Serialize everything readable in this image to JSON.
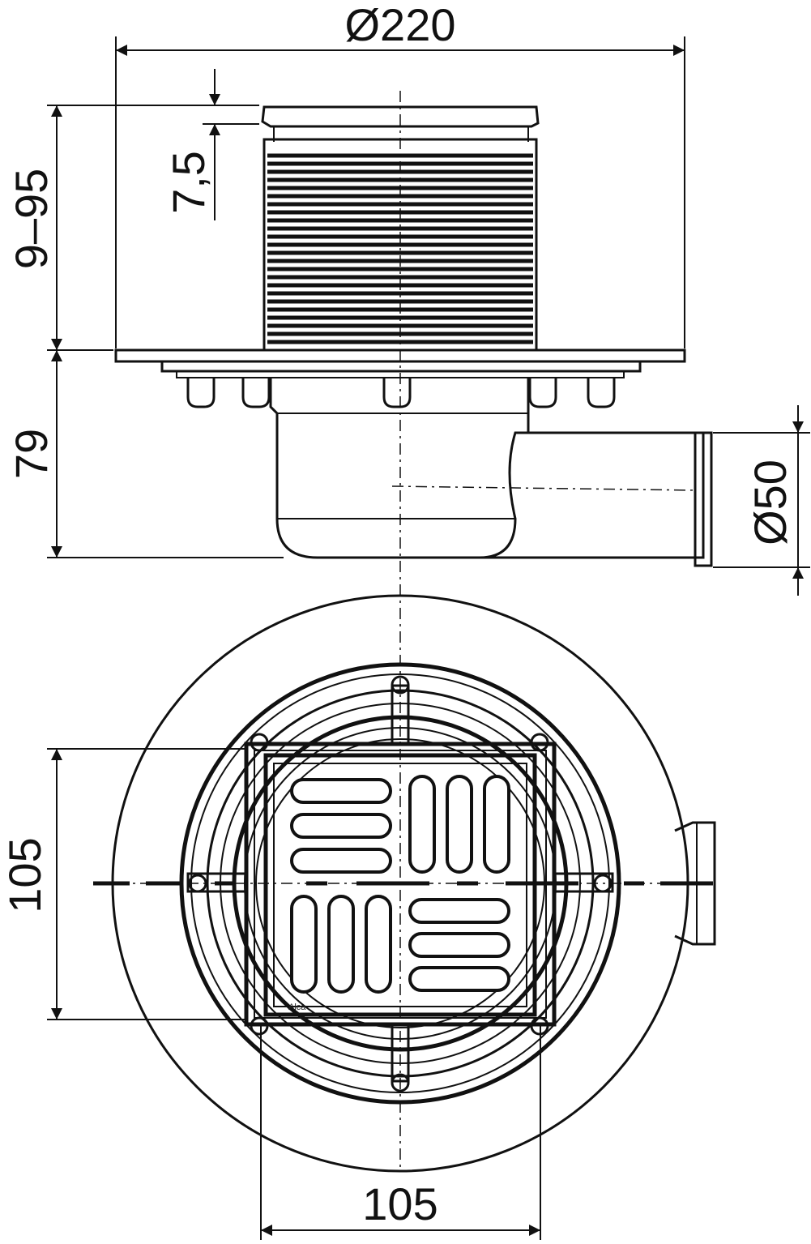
{
  "dimensions": {
    "overall_diameter": "Ø220",
    "grate_adjust_small": "7,5",
    "height_adjust_range": "9–95",
    "body_height": "79",
    "outlet_diameter": "Ø50",
    "grate_height": "105",
    "grate_width": "105"
  },
  "grate_logo": "Alca"
}
